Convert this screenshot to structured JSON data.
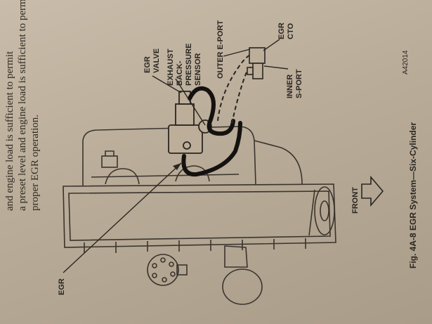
{
  "paragraph_lines": [
    "and engine load is sufficient to permit",
    "a preset level and engine load is sufficient to permit",
    "proper EGR operation."
  ],
  "labels": {
    "egr_valve": [
      "EGR",
      "VALVE"
    ],
    "exhaust_sensor": [
      "EXHAUST",
      "BACK-",
      "PRESSURE",
      "SENSOR"
    ],
    "outer_eport": "OUTER E-PORT",
    "egr_cto": [
      "EGR",
      "CTO"
    ],
    "inner_sport": [
      "INNER",
      "S-PORT"
    ],
    "egr": "EGR",
    "front": "FRONT",
    "figure_code": "A42014"
  },
  "caption": "Fig. 4A-8  EGR System—Six-Cylinder",
  "colors": {
    "paper": "#c4b7a4",
    "ink": "#2a2622",
    "hose": "#141210"
  }
}
